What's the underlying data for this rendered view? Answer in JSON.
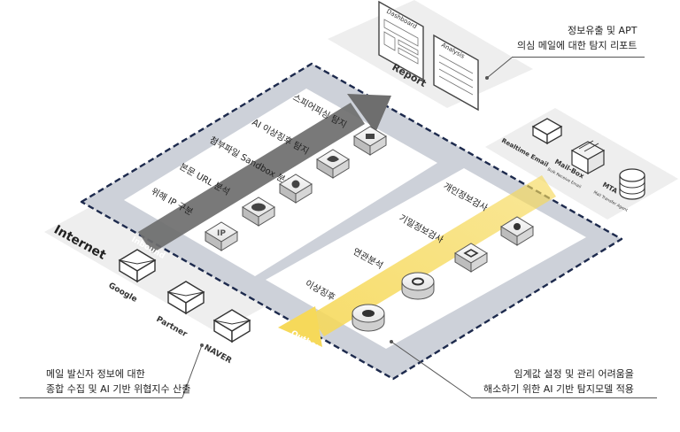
{
  "callouts": {
    "report_line1": "정보유출 및 APT",
    "report_line2": "의심 메일에 대한 탐지 리포트",
    "sender_line1": "메일 발신자 정보에 대한",
    "sender_line2": "종합 수집 및 AI 기반 위협지수 산출",
    "threshold_line1": "임계값 설정 및 관리 어려움을",
    "threshold_line2": "해소하기  위한 AI 기반 탐지모델 적용"
  },
  "report": {
    "label": "Report",
    "documents": [
      "Dashboard",
      "Analysis"
    ]
  },
  "internet": {
    "label": "Internet",
    "senders": [
      "Google",
      "Partner",
      "NAVER"
    ]
  },
  "inbound": {
    "label": "Inbound",
    "steps": [
      "위해 IP 구분",
      "본문 URL 분석",
      "첨부파일 Sandbox 분석",
      "AI 이상징후 탐지",
      "스피어피싱 탐지"
    ]
  },
  "outbound": {
    "label": "Outbound",
    "steps": [
      "이상징후",
      "연관분석",
      "기밀정보검사",
      "개인정보검사"
    ]
  },
  "mail_servers": {
    "items": [
      {
        "name": "Realtime Email",
        "sub": ""
      },
      {
        "name": "Mail-Box",
        "sub": "Bulk Receive Email"
      },
      {
        "name": "MTA",
        "sub": "Mail Transfer Agent"
      }
    ]
  },
  "colors": {
    "dashed_border": "#1d2a4d",
    "outer_zone": "#cdd1d9",
    "inner_panel": "#ffffff",
    "outer_gray": "#eeeeee",
    "gray_arrow": "#6e6e6e",
    "yellow_arrow": "#f6d95a"
  }
}
